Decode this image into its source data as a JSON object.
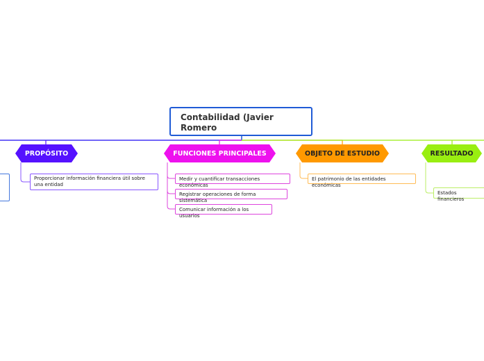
{
  "central_topic": "Contabilidad (Javier Romero",
  "topics": [
    {
      "label": "PROPÓSITO",
      "color": "#5511ff",
      "subtopics": [
        "Proporcionar información financiera útil sobre una entidad"
      ]
    },
    {
      "label": "FUNCIONES PRINCIPALES",
      "color": "#ee11ee",
      "subtopics": [
        "Medir y cuantificar transacciones económicas",
        "Registrar operaciones de forma sistemática",
        "Comunicar información a los usuarios"
      ]
    },
    {
      "label": "OBJETO DE ESTUDIO",
      "color": "#ff9900",
      "subtopics": [
        "El patrimonio de las entidades económicas"
      ]
    },
    {
      "label": "RESULTADO",
      "color": "#99ee11",
      "subtopics": [
        "Estados financieros"
      ]
    }
  ],
  "colors": {
    "central_border": "#1f5bd6",
    "left_branch": "#4477dd"
  }
}
